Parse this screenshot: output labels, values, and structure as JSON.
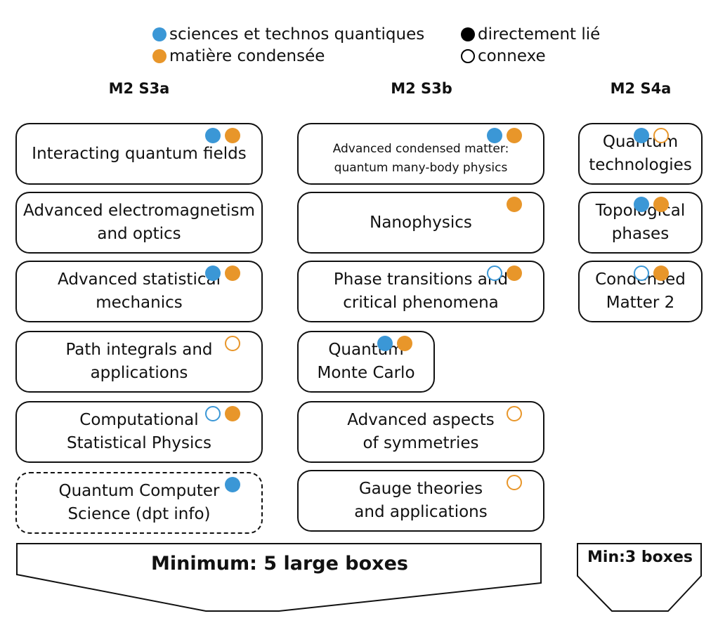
{
  "legend": {
    "sciences_quantiques": {
      "label": "sciences et technos quantiques",
      "color": "#3b97d6"
    },
    "matiere_condensee": {
      "label": "matière condensée",
      "color": "#e8962a"
    },
    "directement_lie": {
      "label": "directement lié"
    },
    "connexe": {
      "label": "connexe"
    }
  },
  "columns": {
    "s3a": {
      "title": "M2 S3a"
    },
    "s3b": {
      "title": "M2 S3b"
    },
    "s4a": {
      "title": "M2 S4a"
    }
  },
  "courses": {
    "s3a": [
      {
        "label": "Interacting quantum fields",
        "markers": [
          {
            "color": "#3b97d6",
            "style": "filled"
          },
          {
            "color": "#e8962a",
            "style": "filled"
          }
        ]
      },
      {
        "label": "Advanced electromagnetism\nand optics",
        "markers": []
      },
      {
        "label": "Advanced statistical\nmechanics",
        "markers": [
          {
            "color": "#3b97d6",
            "style": "filled"
          },
          {
            "color": "#e8962a",
            "style": "filled"
          }
        ]
      },
      {
        "label": "Path integrals and\napplications",
        "markers": [
          {
            "color": "#e8962a",
            "style": "hollow"
          }
        ]
      },
      {
        "label": "Computational\nStatistical Physics",
        "markers": [
          {
            "color": "#3b97d6",
            "style": "hollow"
          },
          {
            "color": "#e8962a",
            "style": "filled"
          }
        ]
      },
      {
        "label": "Quantum Computer\nScience (dpt info)",
        "markers": [
          {
            "color": "#3b97d6",
            "style": "filled"
          }
        ]
      }
    ],
    "s3b": [
      {
        "label": "Advanced condensed matter:\nquantum many-body physics",
        "markers": [
          {
            "color": "#3b97d6",
            "style": "filled"
          },
          {
            "color": "#e8962a",
            "style": "filled"
          }
        ]
      },
      {
        "label": "Nanophysics",
        "markers": [
          {
            "color": "#e8962a",
            "style": "filled"
          }
        ]
      },
      {
        "label": "Phase transitions and\ncritical phenomena",
        "markers": [
          {
            "color": "#3b97d6",
            "style": "hollow"
          },
          {
            "color": "#e8962a",
            "style": "filled"
          }
        ]
      },
      {
        "label": "Quantum\nMonte Carlo",
        "markers": [
          {
            "color": "#3b97d6",
            "style": "filled"
          },
          {
            "color": "#e8962a",
            "style": "filled"
          }
        ]
      },
      {
        "label": "Advanced aspects\nof symmetries",
        "markers": [
          {
            "color": "#e8962a",
            "style": "hollow"
          }
        ]
      },
      {
        "label": "Gauge theories\nand applications",
        "markers": [
          {
            "color": "#e8962a",
            "style": "hollow"
          }
        ]
      }
    ],
    "s4a": [
      {
        "label": "Quantum\ntechnologies",
        "markers": [
          {
            "color": "#3b97d6",
            "style": "filled"
          },
          {
            "color": "#e8962a",
            "style": "hollow"
          }
        ]
      },
      {
        "label": "Topological\nphases",
        "markers": [
          {
            "color": "#3b97d6",
            "style": "filled"
          },
          {
            "color": "#e8962a",
            "style": "filled"
          }
        ]
      },
      {
        "label": "Condensed\nMatter 2",
        "markers": [
          {
            "color": "#3b97d6",
            "style": "hollow"
          },
          {
            "color": "#e8962a",
            "style": "filled"
          }
        ]
      }
    ]
  },
  "footers": {
    "large": "Minimum: 5 large boxes",
    "small": "Min:3 boxes"
  }
}
